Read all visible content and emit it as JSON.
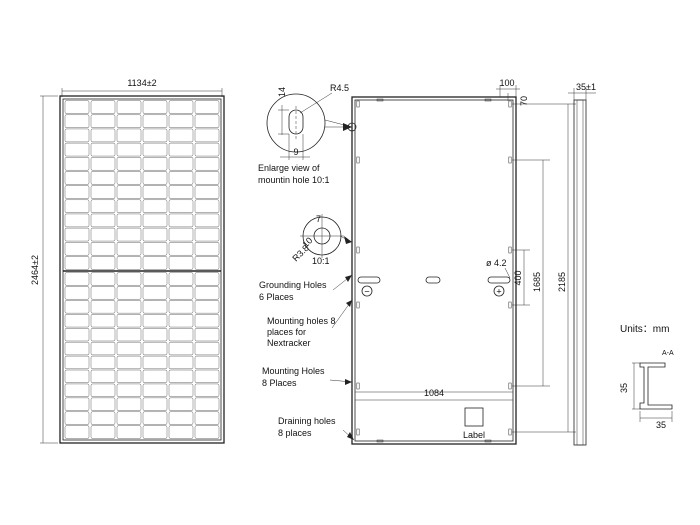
{
  "front_view": {
    "width_label": "1134±2",
    "height_label": "2464±2"
  },
  "detail_mount": {
    "dim_14": "14",
    "radius": "R4.5",
    "dim_9": "9",
    "caption_line1": "Enlarge view of",
    "caption_line2": "mountin  hole 10:1"
  },
  "detail_ground": {
    "dim_7": "7",
    "dim_10": "10",
    "radius": "R3.8",
    "scale": "10:1"
  },
  "callouts": {
    "grounding_line1": "Grounding Holes",
    "grounding_line2": "6 Places",
    "nextracker_line1": "Mounting holes 8",
    "nextracker_line2": "places for",
    "nextracker_line3": "Nextracker",
    "mounting_line1": "Mounting Holes",
    "mounting_line2": "8 Places",
    "draining_line1": "Draining holes",
    "draining_line2": "8 places"
  },
  "rear_view": {
    "dim_100": "100",
    "dim_70": "70",
    "hole_dia": "ø 4.2",
    "dim_400": "400",
    "dim_1685": "1685",
    "dim_2185": "2185",
    "dim_1084": "1084",
    "label_box": "Label",
    "minus_symbol": "−",
    "plus_symbol": "+"
  },
  "side_view": {
    "thickness": "35±1"
  },
  "units_label": "Units：mm",
  "section": {
    "title": "A-A",
    "height": "35",
    "width": "35"
  }
}
